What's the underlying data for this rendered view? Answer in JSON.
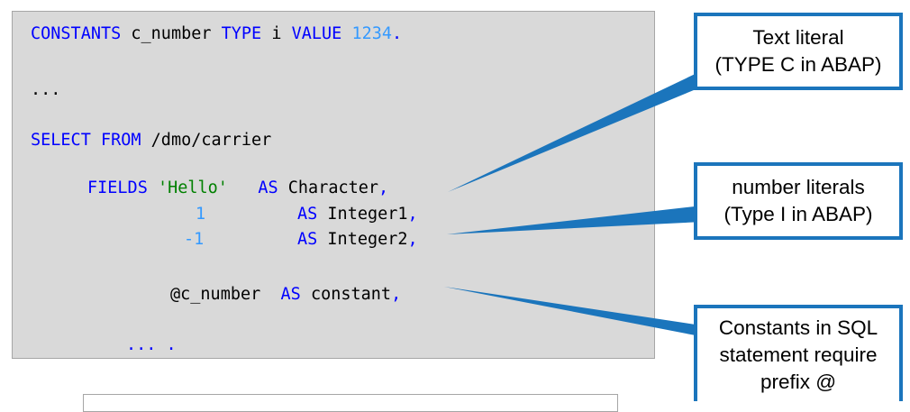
{
  "code": {
    "line1": {
      "k1": "CONSTANTS",
      "p1": " c_number ",
      "k2": "TYPE",
      "p2": " i ",
      "k3": "VALUE",
      "sp": " ",
      "n1": "1234",
      "k4": "."
    },
    "line2": {
      "p1": "..."
    },
    "line3": {
      "k1": "SELECT",
      "sp": " ",
      "k2": "FROM",
      "p1": " /dmo/carrier"
    },
    "line4": {
      "k1": "FIELDS",
      "sp1": " ",
      "s1": "'Hello'",
      "sp2": "   ",
      "k2": "AS",
      "p1": " Character",
      "k3": ","
    },
    "line5": {
      "n1": "1",
      "k1": "AS",
      "p1": " Integer1",
      "k2": ","
    },
    "line6": {
      "n1": "-1",
      "k1": "AS",
      "p1": " Integer2",
      "k2": ","
    },
    "line7": {
      "p1": "@c_number",
      "sp": "  ",
      "k1": "AS",
      "p2": " constant",
      "k2": ","
    },
    "line8": {
      "k1": "... ."
    }
  },
  "callouts": {
    "text_literal": {
      "line1": "Text literal",
      "line2": "(TYPE C in ABAP)"
    },
    "number_literals": {
      "line1": "number literals",
      "line2": "(Type I in ABAP)"
    },
    "constants": {
      "line1": "Constants in SQL",
      "line2": "statement require",
      "line3": "prefix @"
    }
  },
  "colors": {
    "keyword": "#0000ff",
    "number": "#3399ff",
    "string": "#008000",
    "callout_border": "#1b75bc",
    "code_background": "#d9d9d9"
  }
}
